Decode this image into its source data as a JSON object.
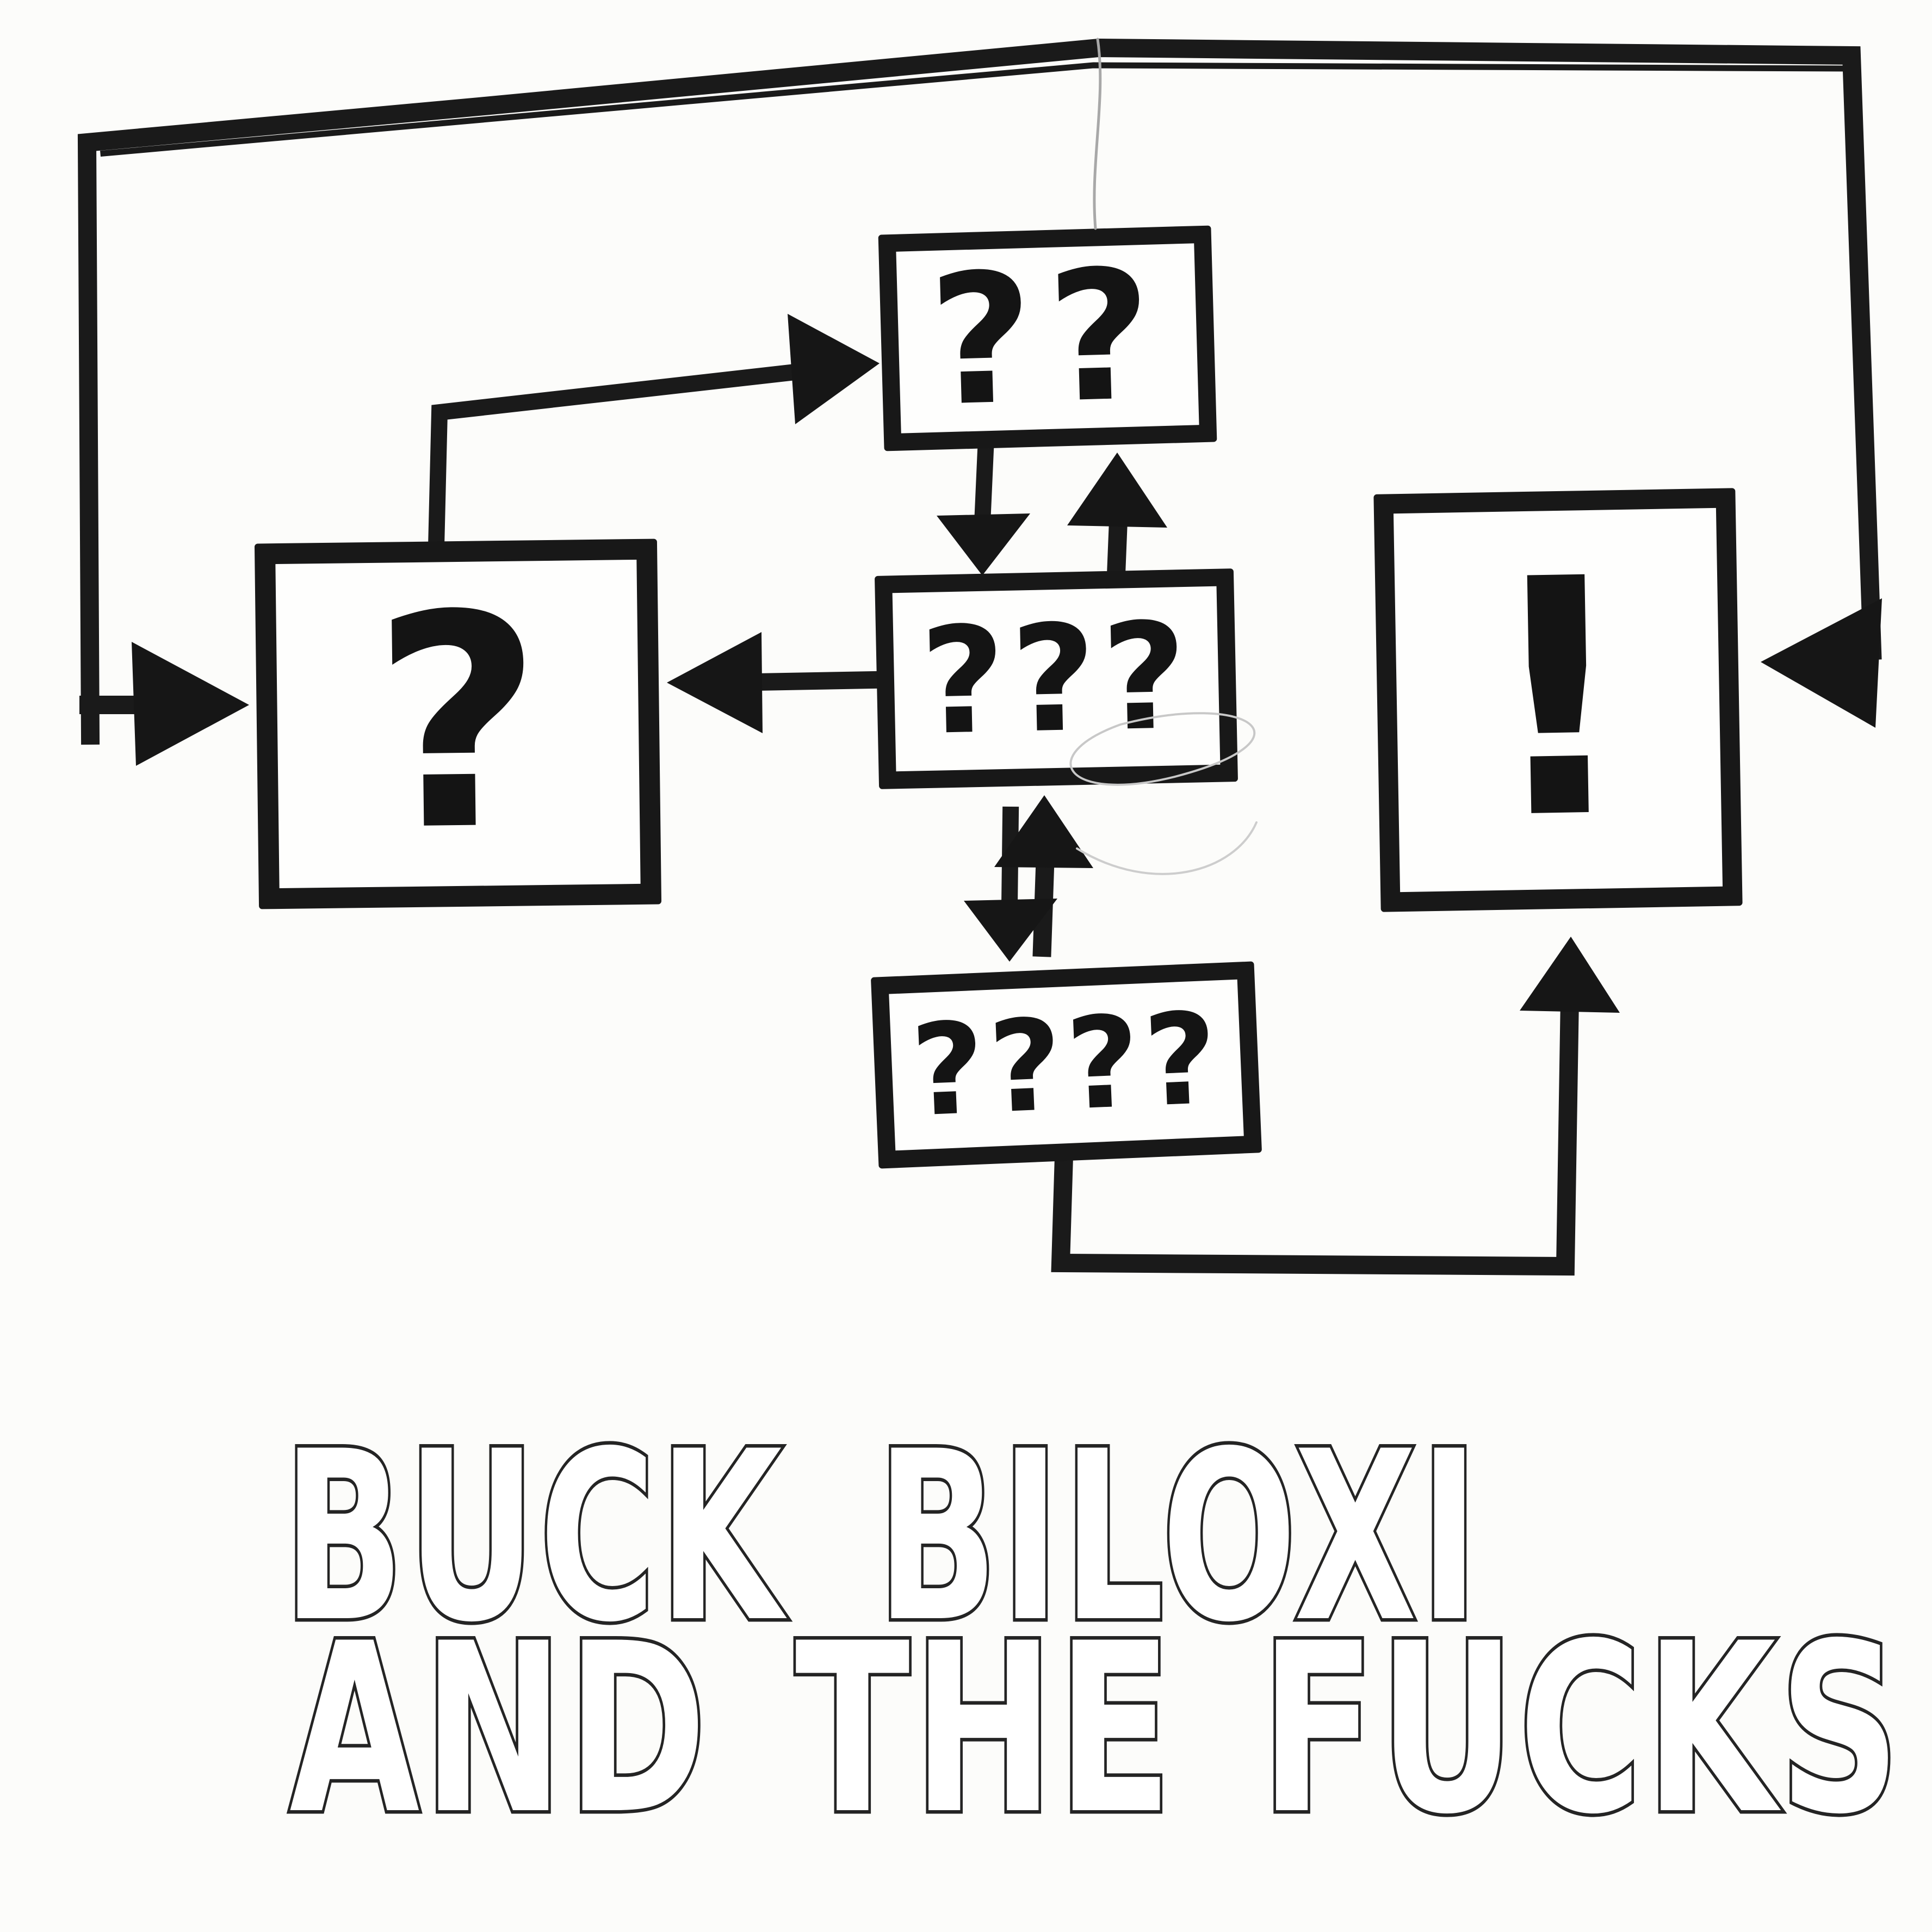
{
  "diagram": {
    "style": {
      "ink_color": "#1b1b1b",
      "paper_color": "#fcfcfa"
    },
    "boxes": [
      {
        "id": "top",
        "label": "??"
      },
      {
        "id": "left",
        "label": "?"
      },
      {
        "id": "middle",
        "label": "???"
      },
      {
        "id": "right",
        "label": "!"
      },
      {
        "id": "bottom",
        "label": "????"
      }
    ],
    "edges": [
      {
        "from": "left",
        "to": "top",
        "type": "arrow"
      },
      {
        "from": "top",
        "to": "middle",
        "type": "arrow"
      },
      {
        "from": "middle",
        "to": "top",
        "type": "arrow"
      },
      {
        "from": "middle",
        "to": "left",
        "type": "arrow"
      },
      {
        "from": "middle",
        "to": "bottom",
        "type": "arrow"
      },
      {
        "from": "bottom",
        "to": "middle",
        "type": "arrow"
      },
      {
        "from": "bottom",
        "to": "right",
        "type": "arrow"
      },
      {
        "from": "outer-loop",
        "to": "left",
        "type": "arrow"
      },
      {
        "from": "outer-loop",
        "to": "right",
        "type": "arrow"
      }
    ],
    "title": {
      "line1": "BUCK BILOXI",
      "line2": "AND THE FUCKS"
    }
  }
}
